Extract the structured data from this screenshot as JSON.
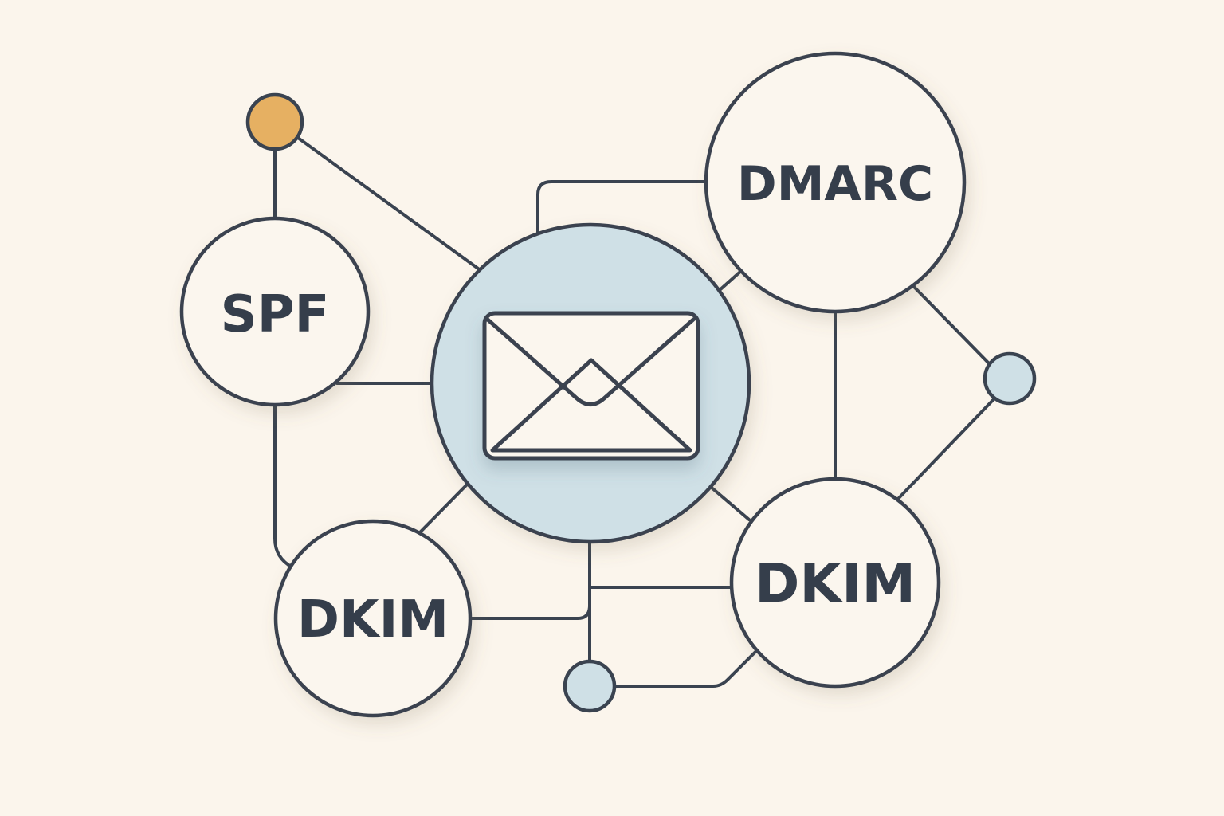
{
  "nodes": {
    "spf": {
      "label": "SPF"
    },
    "dmarc": {
      "label": "DMARC"
    },
    "dkim_left": {
      "label": "DKIM"
    },
    "dkim_right": {
      "label": "DKIM"
    }
  },
  "center": {
    "icon": "envelope-icon"
  },
  "dots": {
    "top_left": {
      "color": "#e6b062"
    },
    "right": {
      "color": "#cfe0e6"
    },
    "bottom": {
      "color": "#cfe0e6"
    }
  },
  "colors": {
    "background": "#fbf5ec",
    "outline": "#3a4350",
    "node_fill": "#fbf6ee",
    "center_fill": "#cfe0e6",
    "envelope_fill": "#fbf6ee",
    "envelope_flap_fill": "#e1ecef"
  }
}
